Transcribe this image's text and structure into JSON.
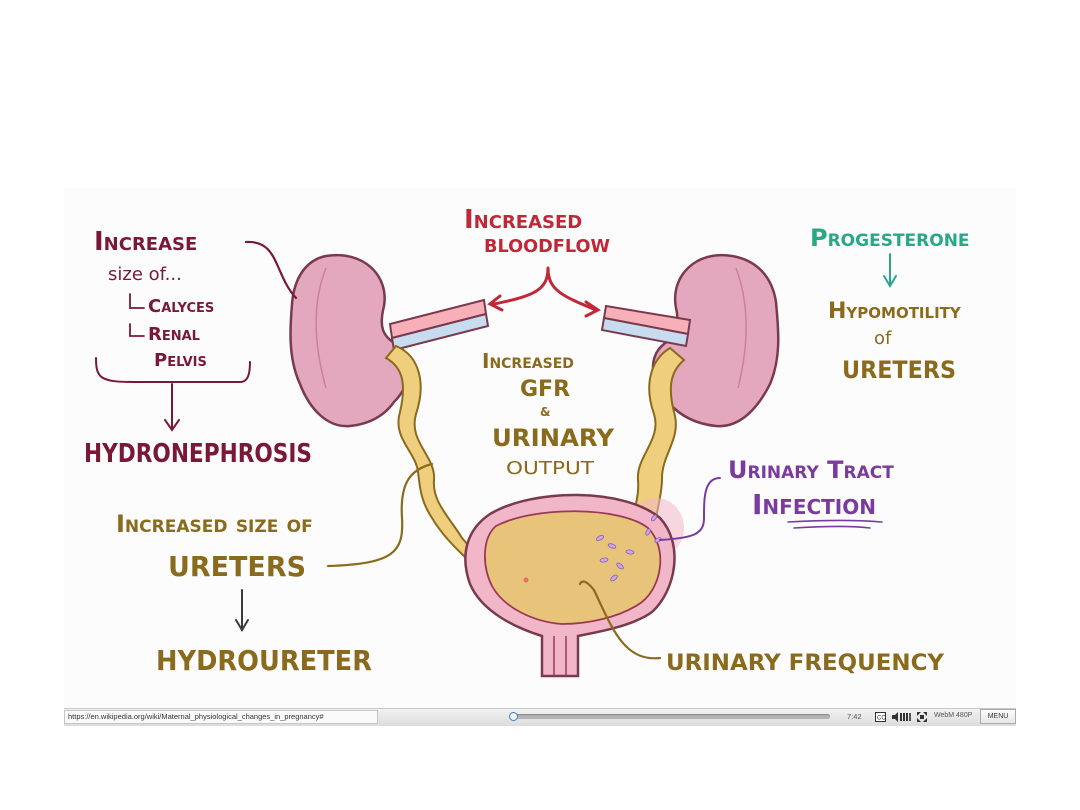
{
  "labels": {
    "increase": "Increase",
    "size_of": "size of...",
    "calyces": "Calyces",
    "renal": "Renal",
    "pelvis": "Pelvis",
    "hydronephrosis": "HYDRONEPHROSIS",
    "increased": "Increased",
    "bloodflow": "BLOODFLOW",
    "increased_gfr_1": "Increased",
    "gfr": "GFR",
    "amp": "&",
    "urinary": "URINARY",
    "output": "OUTPUT",
    "progesterone": "Progesterone",
    "hypomotility": "Hypomotility",
    "of": "of",
    "ureters_right": "URETERS",
    "uti_line1": "Urinary Tract",
    "uti_line2": "Infection",
    "increased_size_of": "Increased size of",
    "ureters_left": "URETERS",
    "hydroureter": "HYDROURETER",
    "urinary_frequency": "URINARY FREQUENCY"
  },
  "control_bar": {
    "url": "https://en.wikipedia.org/wiki/Maternal_physiological_changes_in_pregnancy#",
    "progress_fraction": 0.0,
    "time": "7:42",
    "quality": "WebM 480P",
    "menu_label": "MENU",
    "icons": [
      "captions-icon",
      "volume-icon",
      "fullscreen-icon"
    ]
  },
  "colors": {
    "maroon": "#7a1838",
    "gold": "#8a6a1c",
    "teal": "#2aa886",
    "purple": "#7a3a9e",
    "kidney": "#e3a8bd",
    "ureter": "#efcf7e",
    "bladder_wall": "#f1b7c8",
    "bladder_inner": "#e7c47a"
  }
}
